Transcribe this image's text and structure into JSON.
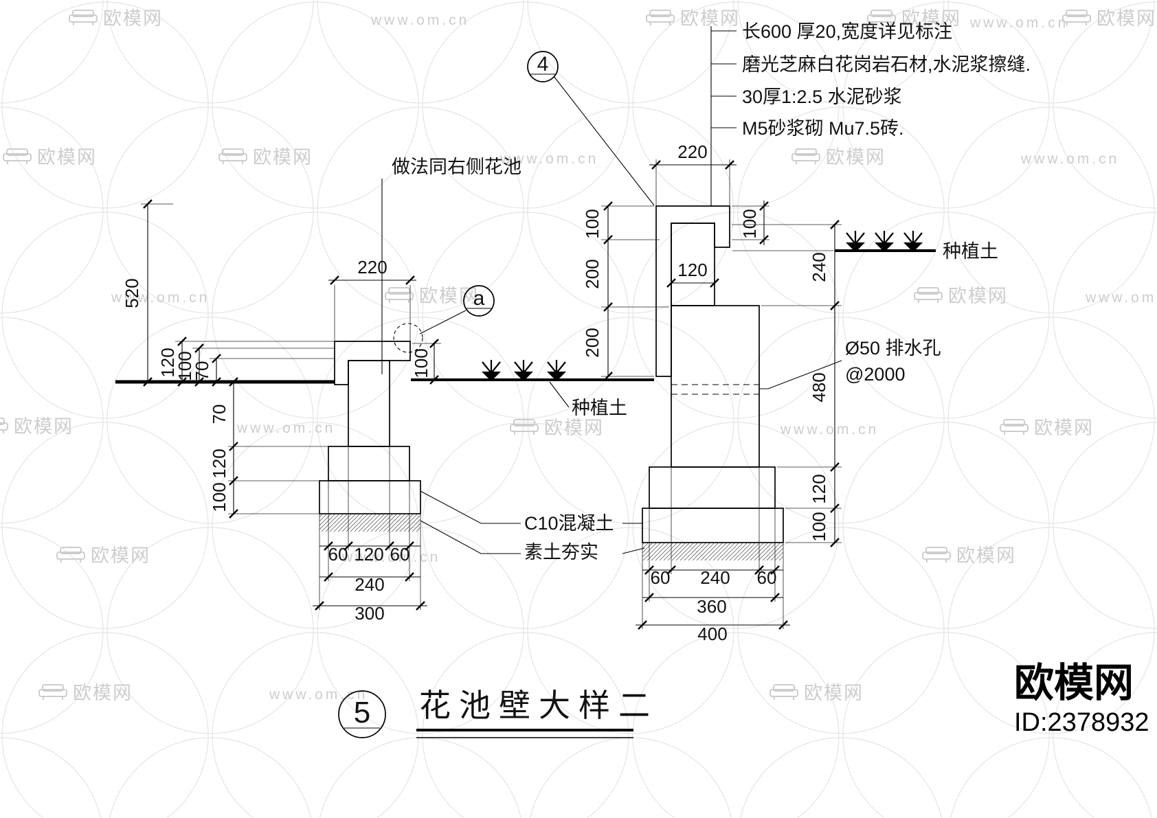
{
  "watermark": {
    "brand": "欧模网",
    "url": "www.om.cn"
  },
  "branding": {
    "site": "欧模网",
    "id": "ID:2378932"
  },
  "title": {
    "number": "5",
    "text": "花池壁大样二"
  },
  "markers": {
    "detail_top": "4",
    "detail_mid": "a"
  },
  "notes": {
    "note1": "长600 厚20,宽度详见标注",
    "note2": "磨光芝麻白花岗岩石材,水泥浆擦缝.",
    "note3": "30厚1:2.5 水泥砂浆",
    "note4": "M5砂浆砌 Mu7.5砖.",
    "same_as": "做法同右侧花池",
    "soil_mid": "种植土",
    "soil_right": "种植土",
    "drain1": "Ø50 排水孔",
    "drain2": "@2000",
    "concrete": "C10混凝土",
    "compact": "素土夯实"
  },
  "dims_left": {
    "h520": "520",
    "t120": "120",
    "t100": "100",
    "t70": "70",
    "b70": "70",
    "b120": "120",
    "b100": "100",
    "w220": "220",
    "cap100": "100",
    "f60a": "60",
    "f120": "120",
    "f60b": "60",
    "f240": "240",
    "f300": "300"
  },
  "dims_right": {
    "w220": "220",
    "l100": "100",
    "l200a": "200",
    "l200b": "200",
    "core120": "120",
    "cap100": "100",
    "r240": "240",
    "r480": "480",
    "r120": "120",
    "r100": "100",
    "f60a": "60",
    "f240": "240",
    "f60b": "60",
    "f360": "360",
    "f400": "400"
  }
}
